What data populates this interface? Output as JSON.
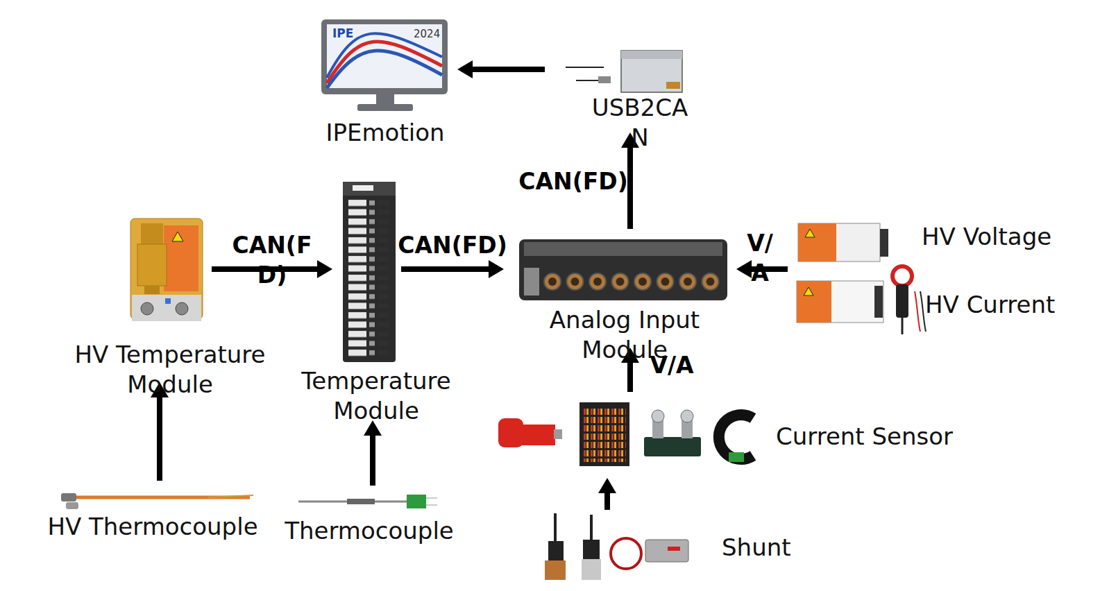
{
  "diagram": {
    "nodes": [
      {
        "text": [
          "IPEmotion"
        ]
      },
      {
        "text": [
          "USB2CAN"
        ]
      },
      {
        "text": [
          "HV Temperature Module"
        ]
      },
      {
        "text": [
          "Temperature Module"
        ]
      },
      {
        "text": [
          "Analog Input Module"
        ]
      },
      {
        "text": [
          "HV Voltage",
          "HV Current"
        ]
      },
      {
        "text": [
          "Current Sensor"
        ]
      },
      {
        "text": [
          "HV Thermocouple"
        ]
      },
      {
        "text": [
          "Thermocouple"
        ]
      },
      {
        "text": [
          "Shunt"
        ]
      }
    ],
    "edges": [
      {
        "from": 1,
        "to": 0,
        "arrow": "to"
      },
      {
        "from": 4,
        "to": 1,
        "label": "CAN(FD)",
        "arrow": "to"
      },
      {
        "from": 2,
        "to": 3,
        "label": "CAN(FD)",
        "arrow": "to"
      },
      {
        "from": 3,
        "to": 4,
        "label": "CAN(FD)",
        "arrow": "to"
      },
      {
        "from": 5,
        "to": 4,
        "label": "V/A",
        "arrow": "to"
      },
      {
        "from": 6,
        "to": 4,
        "label": "V/A",
        "arrow": "to"
      },
      {
        "from": 9,
        "to": 6,
        "arrow": "to"
      },
      {
        "from": 7,
        "to": 2,
        "arrow": "to"
      },
      {
        "from": 8,
        "to": 3,
        "arrow": "to"
      }
    ],
    "labels": [
      "IPE",
      "2024"
    ]
  }
}
